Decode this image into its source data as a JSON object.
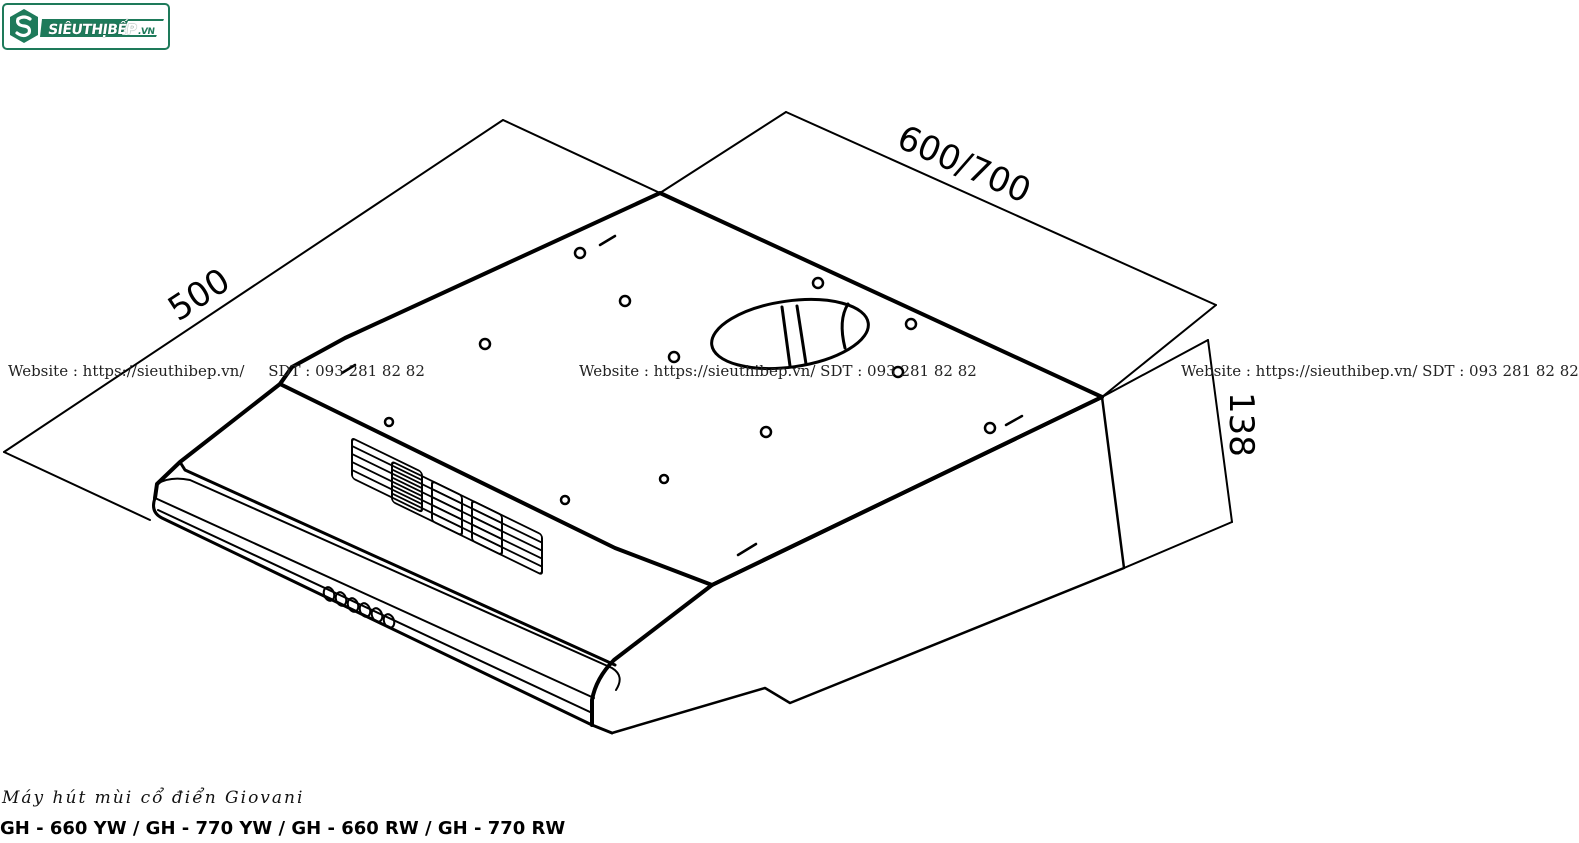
{
  "logo": {
    "text": "SIÊUTHỊBẾP",
    "suffix": ".VN",
    "brand_color": "#1e7a5a"
  },
  "watermarks": [
    "Website : https://sieuthibep.vn/     SDT : 093 281 82 82",
    "Website : https://sieuthibep.vn/ SDT : 093 281 82 82",
    "Website : https://sieuthibep.vn/ SDT : 093 281 82 82"
  ],
  "dimensions": {
    "depth": "500",
    "width": "600/700",
    "height": "138"
  },
  "caption": {
    "title": "Máy hút mùi cổ điển Giovani",
    "models": "GH - 660 YW / GH - 770 YW / GH - 660 RW / GH - 770 RW"
  }
}
